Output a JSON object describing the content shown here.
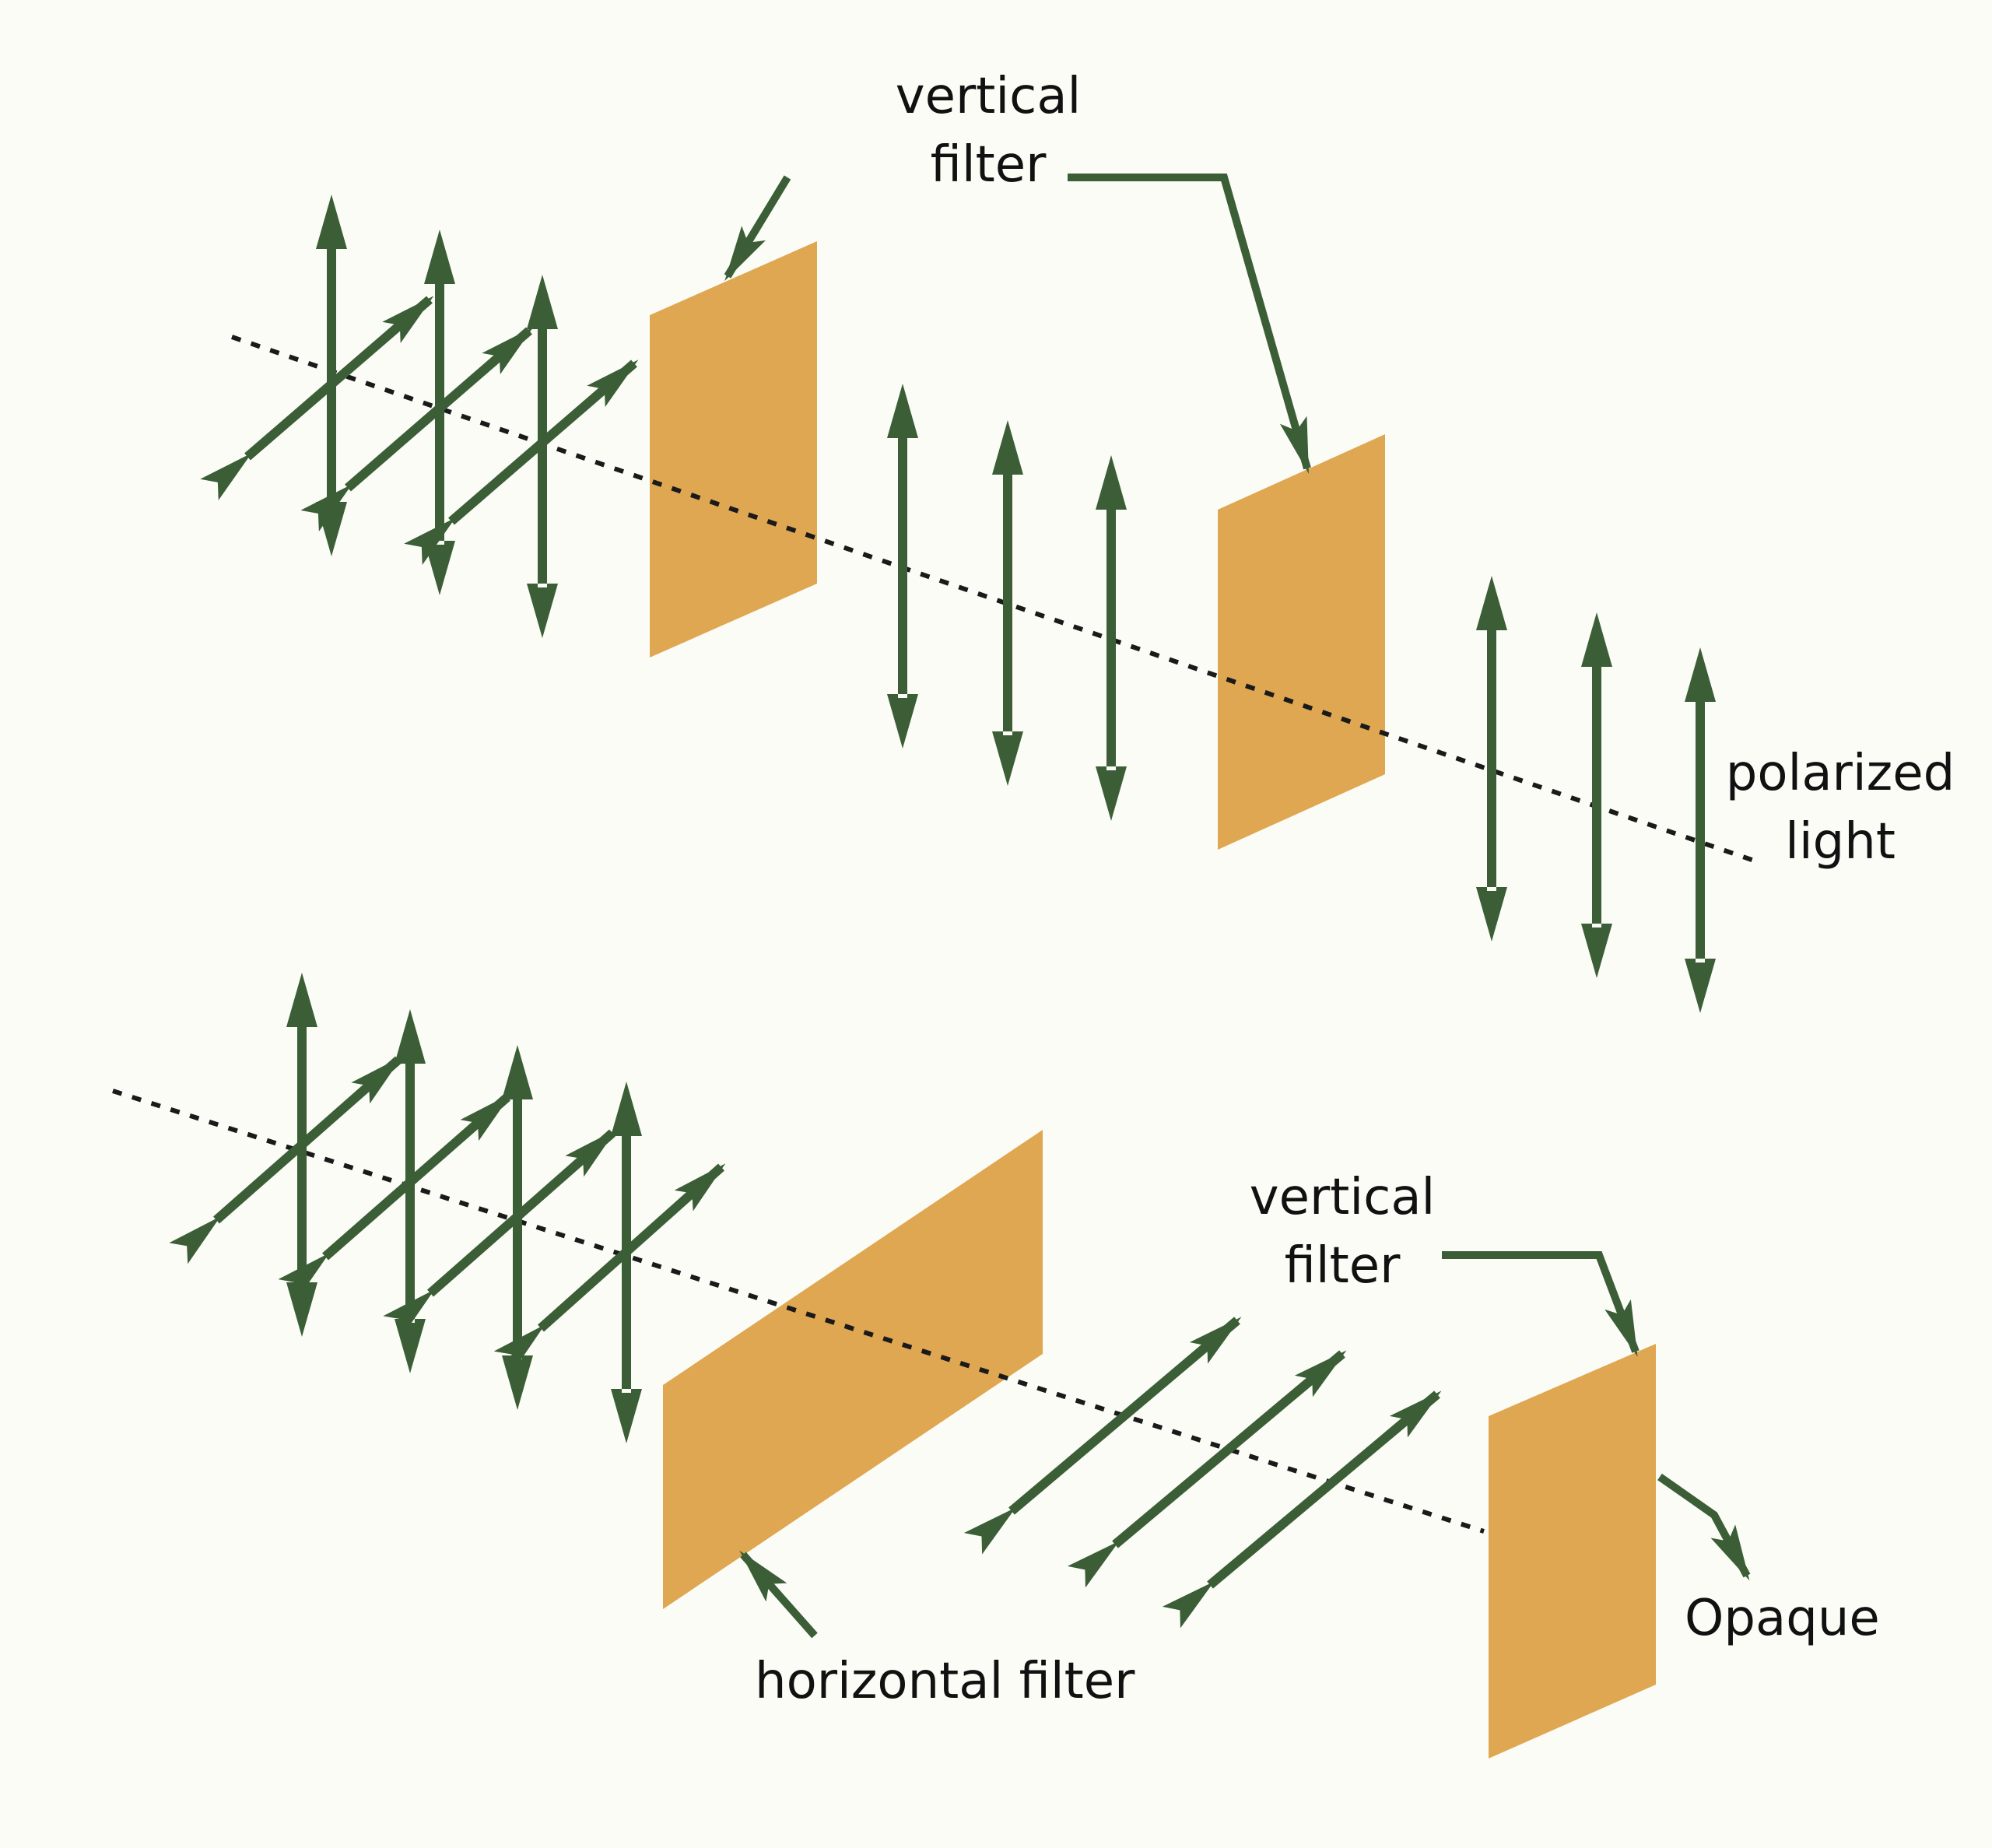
{
  "labels": {
    "top_filter_line1": "vertical",
    "top_filter_line2": "filter",
    "polarized_line1": "polarized",
    "polarized_line2": "light",
    "bottom_filter_line1": "vertical",
    "bottom_filter_line2": "filter",
    "horizontal_filter": "horizontal filter",
    "opaque": "Opaque"
  },
  "colors": {
    "background": "#fcfcf7",
    "filter": "#dfa751",
    "arrow": "#3b5e37",
    "dotted_line": "#1a1a1a",
    "text": "#111111"
  }
}
